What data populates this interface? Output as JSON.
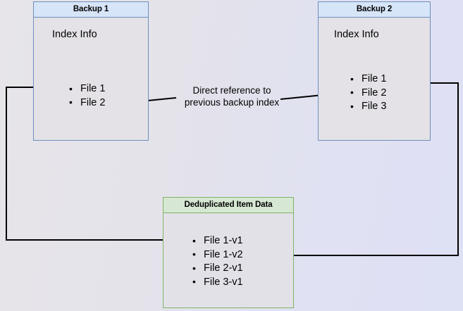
{
  "diagram": {
    "title": "Deduplicated backup index reference diagram",
    "background_colors": {
      "left": "#e7e5e9",
      "right": "#dee0f4"
    },
    "colors": {
      "blue_border": "#6c8ebf",
      "blue_header_fill": "#d7e5f8",
      "green_border": "#82b366",
      "green_header_fill": "#d6e8d3",
      "box_body_fill": "#e4e2e6",
      "connector": "#000000"
    },
    "boxes": {
      "backup1": {
        "header": "Backup 1",
        "subtitle": "Index Info",
        "items": [
          "File 1",
          "File 2"
        ]
      },
      "backup2": {
        "header": "Backup 2",
        "subtitle": "Index Info",
        "items": [
          "File 1",
          "File 2",
          "File 3"
        ]
      },
      "dedup": {
        "header": "Deduplicated Item Data",
        "items": [
          "File 1-v1",
          "File 1-v2",
          "File 2-v1",
          "File 3-v1"
        ]
      }
    },
    "caption": {
      "line1": "Direct reference to",
      "line2": "previous backup index"
    }
  }
}
